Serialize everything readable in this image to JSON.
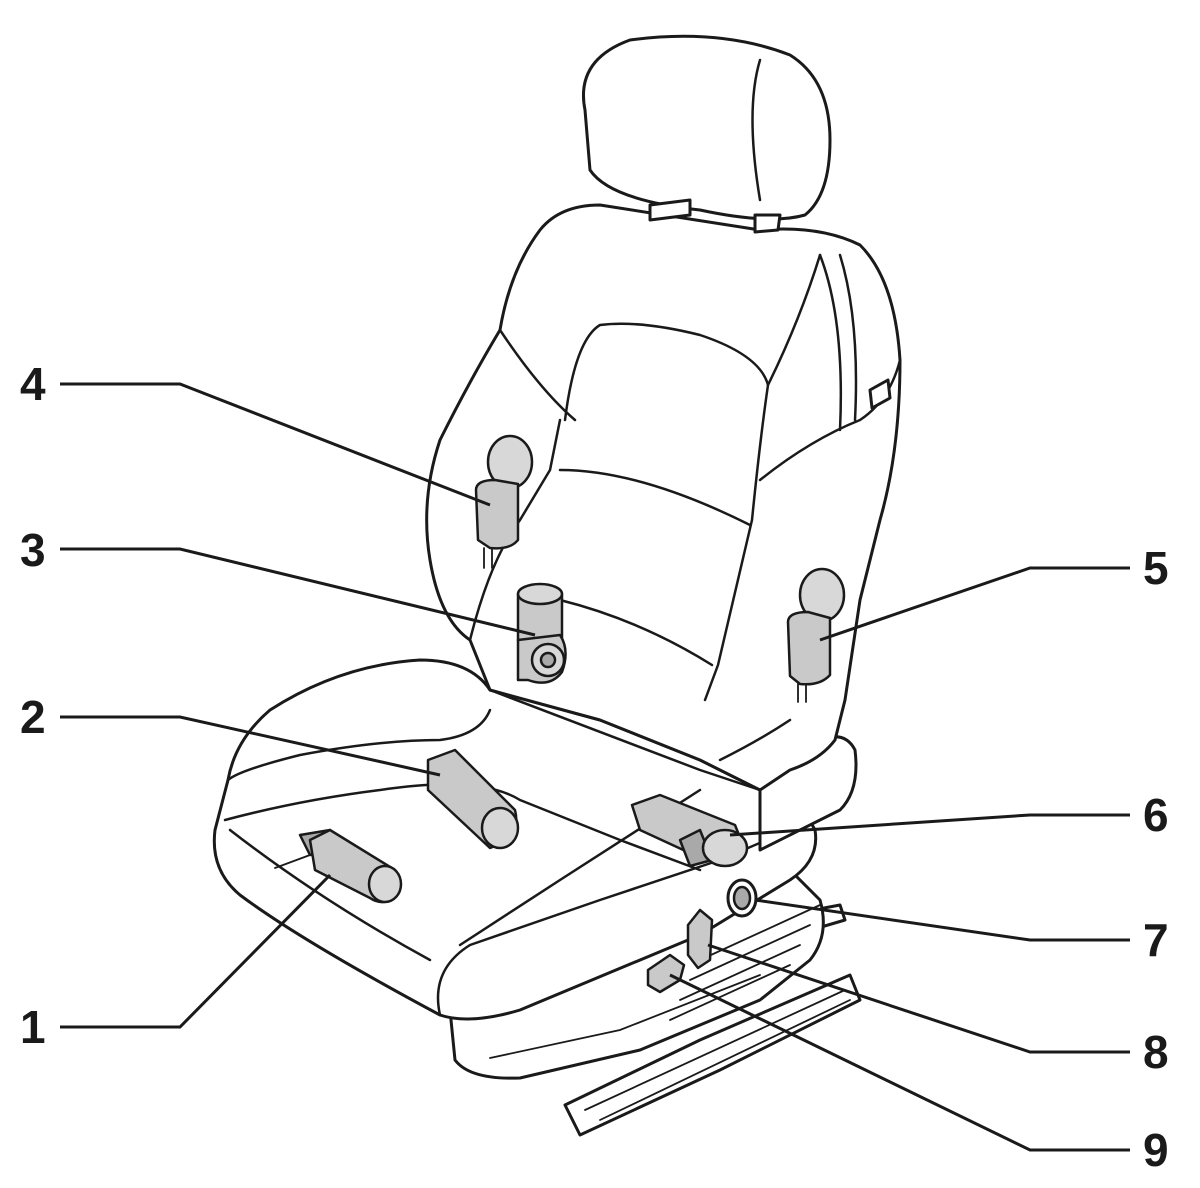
{
  "callouts": [
    {
      "id": "1",
      "label": "1"
    },
    {
      "id": "2",
      "label": "2"
    },
    {
      "id": "3",
      "label": "3"
    },
    {
      "id": "4",
      "label": "4"
    },
    {
      "id": "5",
      "label": "5"
    },
    {
      "id": "6",
      "label": "6"
    },
    {
      "id": "7",
      "label": "7"
    },
    {
      "id": "8",
      "label": "8"
    },
    {
      "id": "9",
      "label": "9"
    }
  ],
  "colors": {
    "stroke": "#1a1a1a",
    "component_fill": "#c9c9c9",
    "background": "#ffffff"
  }
}
